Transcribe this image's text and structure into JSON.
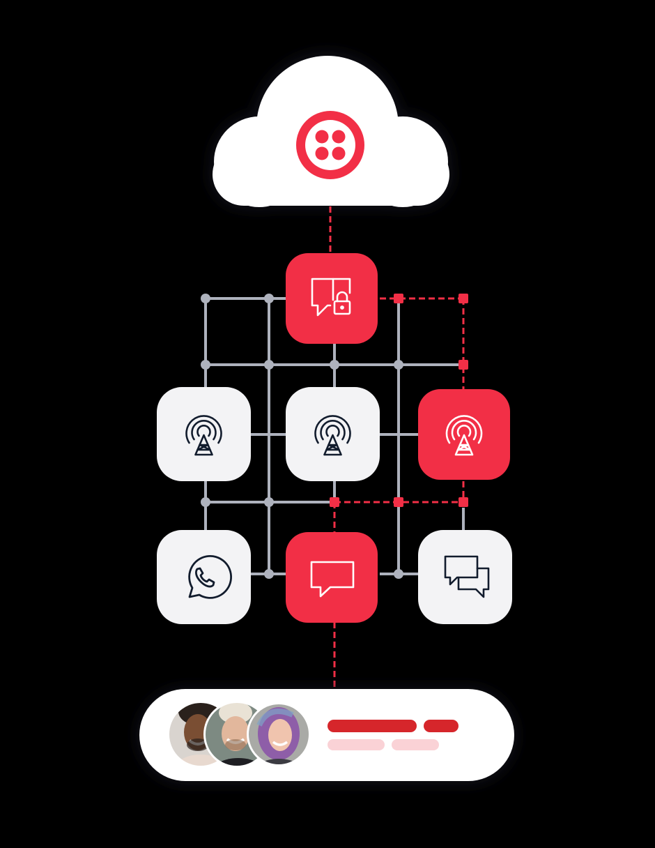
{
  "colors": {
    "background": "#000000",
    "accent_red": "#F22F46",
    "node_light": "#F3F3F5",
    "icon_dark": "#121C2D",
    "grid_gray": "#AEB2BD",
    "bar_red": "#D6262B",
    "bar_pink": "#FAD2D6",
    "white": "#FFFFFF"
  },
  "cloud": {
    "logo_icon": "twilio-logo-icon"
  },
  "nodes": [
    {
      "id": "secure-message",
      "icon": "secure-message-lock-icon",
      "style": "red"
    },
    {
      "id": "tower-left",
      "icon": "broadcast-tower-icon",
      "style": "light"
    },
    {
      "id": "tower-center",
      "icon": "broadcast-tower-icon",
      "style": "light"
    },
    {
      "id": "tower-right",
      "icon": "broadcast-tower-icon",
      "style": "red"
    },
    {
      "id": "whatsapp",
      "icon": "whatsapp-icon",
      "style": "light"
    },
    {
      "id": "sms",
      "icon": "chat-bubble-icon",
      "style": "red"
    },
    {
      "id": "conversations",
      "icon": "chat-bubbles-icon",
      "style": "light"
    }
  ],
  "audience_card": {
    "avatars": [
      "avatar-person-1",
      "avatar-person-2",
      "avatar-person-3"
    ],
    "text_placeholder_lines": 2
  }
}
